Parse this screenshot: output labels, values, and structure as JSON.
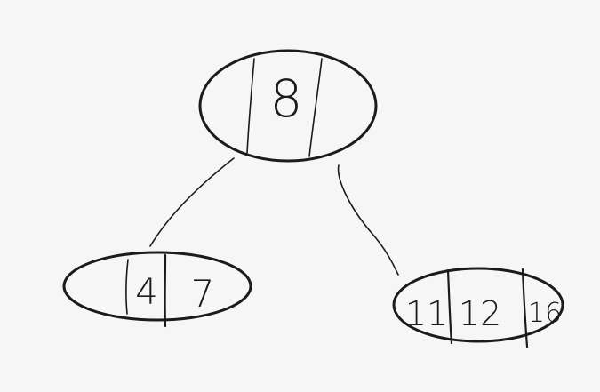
{
  "diagram": {
    "nodes": [
      {
        "id": "root",
        "keys": [
          "8"
        ]
      },
      {
        "id": "left-child",
        "keys": [
          "4",
          "7"
        ]
      },
      {
        "id": "right-child",
        "keys": [
          "11",
          "12",
          "16"
        ]
      }
    ],
    "edges": [
      {
        "from": "root",
        "to": "left-child"
      },
      {
        "from": "root",
        "to": "right-child"
      }
    ]
  }
}
